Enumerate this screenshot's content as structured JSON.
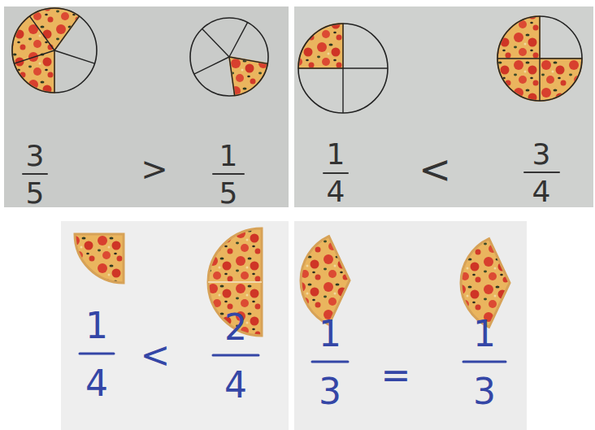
{
  "diagram": {
    "labels": [
      "3",
      "5",
      ">",
      "1",
      "5",
      "1",
      "4",
      "<",
      "3",
      "4",
      "1",
      "4",
      "<",
      "2",
      "4",
      "1",
      "3",
      "=",
      "1",
      "3"
    ]
  }
}
